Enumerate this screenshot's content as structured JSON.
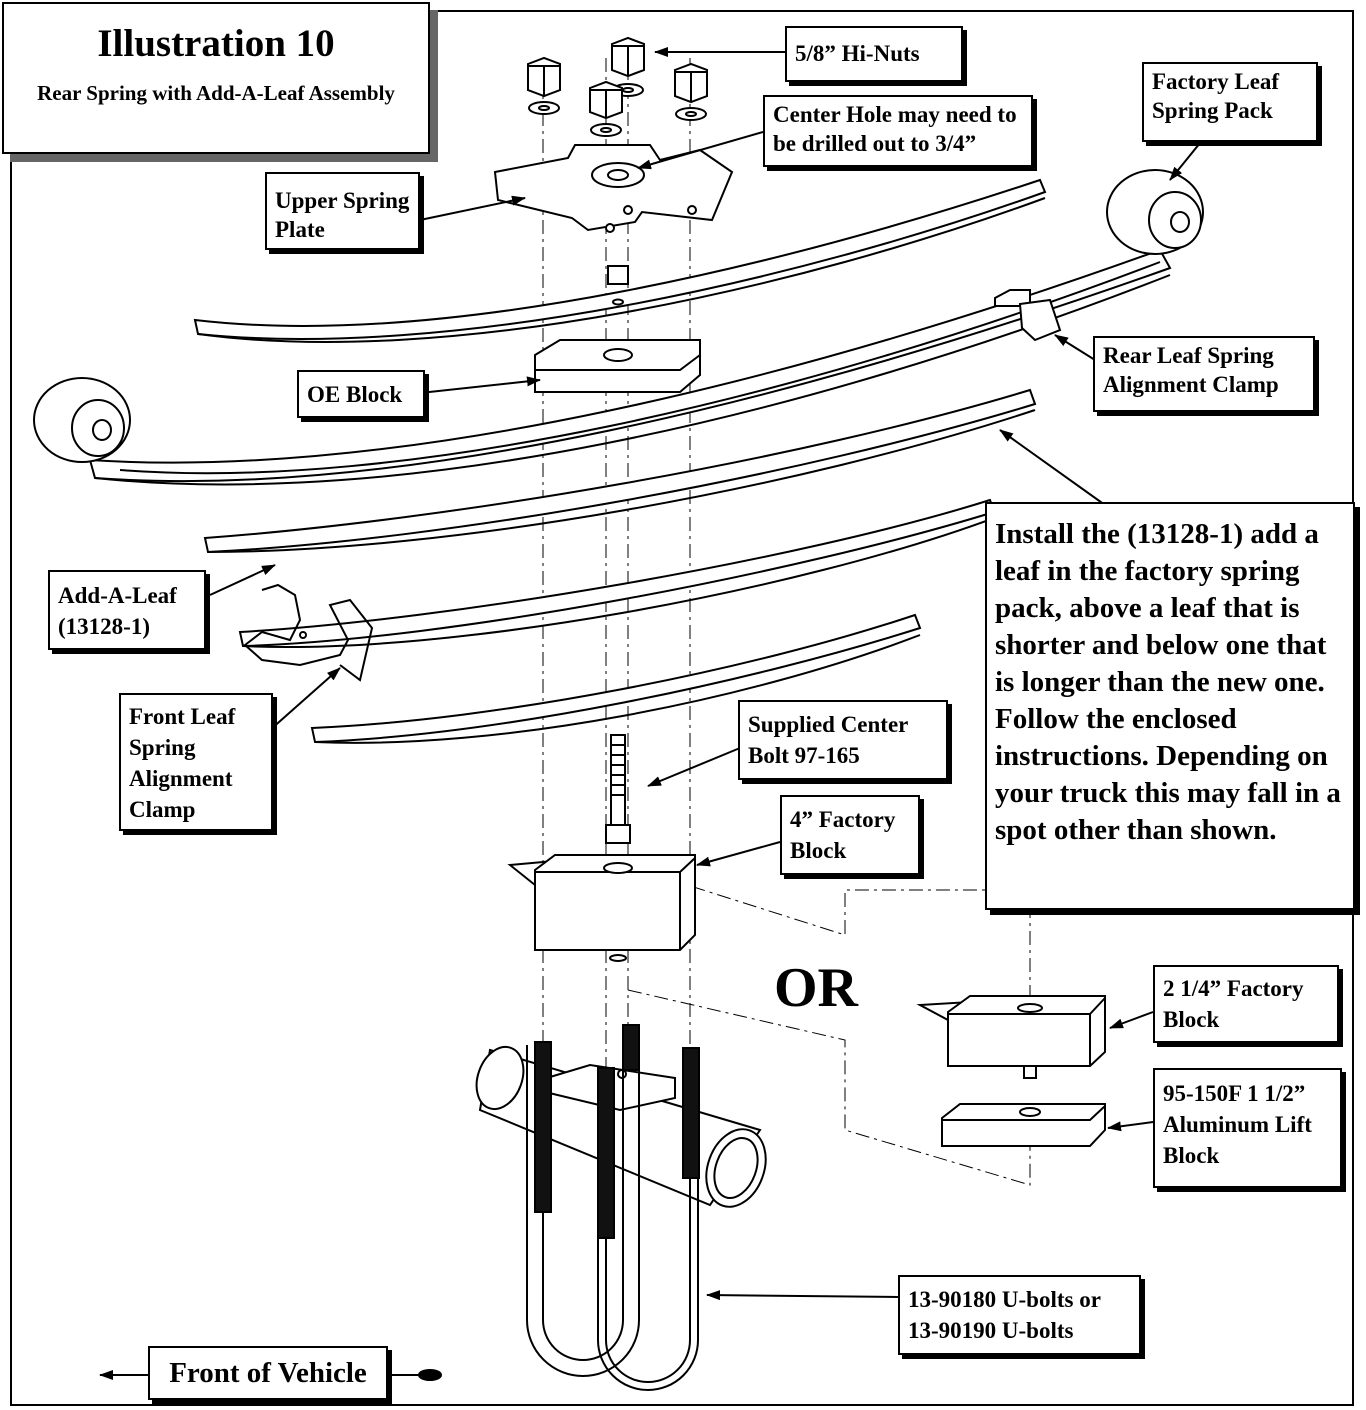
{
  "title": {
    "main": "Illustration 10",
    "subtitle": "Rear Spring with Add-A-Leaf Assembly"
  },
  "labels": {
    "hi_nuts": "5/8” Hi-Nuts",
    "center_hole": "Center Hole may need to be drilled out to 3/4”",
    "factory_leaf_pack": "Factory Leaf Spring Pack",
    "upper_spring_plate": "Upper Spring Plate",
    "oe_block": "OE Block",
    "rear_alignment_clamp": "Rear Leaf Spring Alignment Clamp",
    "add_a_leaf": "Add-A-Leaf (13128-1)",
    "front_alignment_clamp": "Front Leaf Spring Alignment Clamp",
    "center_bolt": "Supplied Center Bolt 97-165",
    "factory_block_4": "4” Factory Block",
    "factory_block_2_25": "2 1/4” Factory Block",
    "lift_block": "95-150F 1 1/2” Aluminum Lift Block",
    "u_bolts": "13-90180 U-bolts or 13-90190 U-bolts"
  },
  "or_text": "OR",
  "install_note": "Install the (13128-1) add a leaf in the factory spring pack, above a leaf that is shorter and below one that is longer than the new one. Follow the enclosed instructions. Depending on your truck this may fall in a spot other than shown.",
  "front_of_vehicle": "Front of Vehicle"
}
